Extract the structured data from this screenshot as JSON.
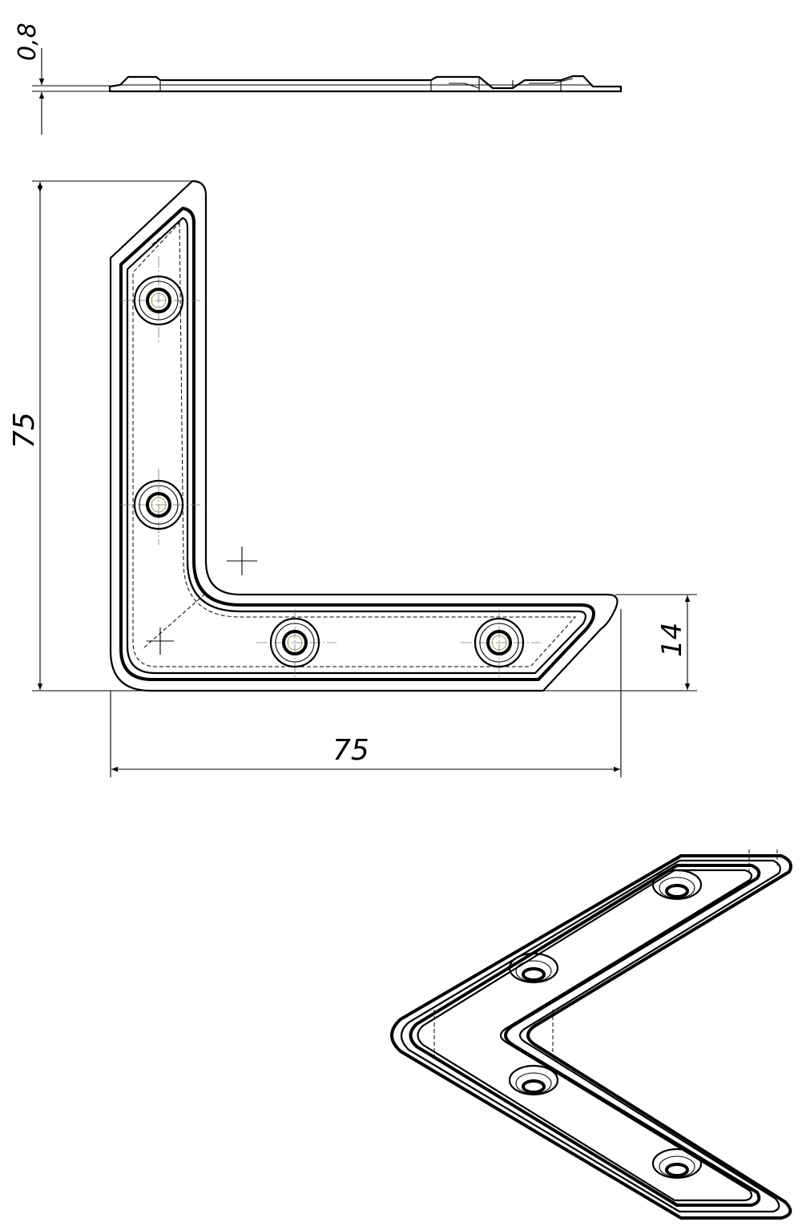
{
  "dimensions": {
    "thickness": "0,8",
    "height": "75",
    "width": "75",
    "arm_width": "14"
  }
}
